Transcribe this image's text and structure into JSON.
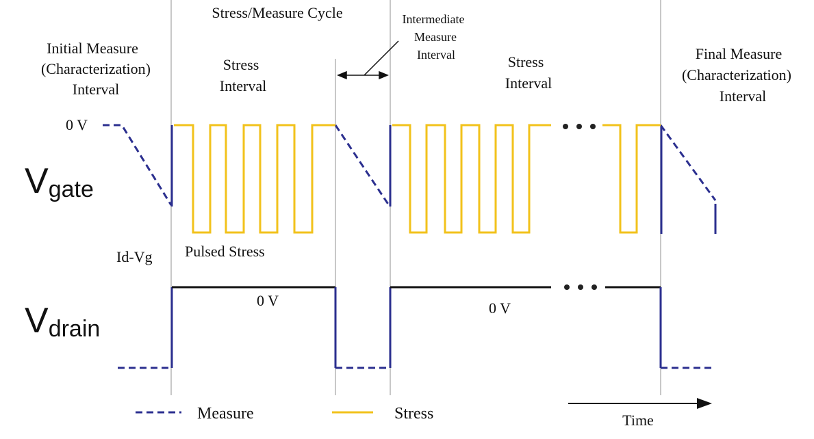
{
  "labels": {
    "cycle": "Stress/Measure Cycle",
    "initial": [
      "Initial Measure",
      "(Characterization)",
      "Interval"
    ],
    "intermediate": [
      "Intermediate",
      "Measure",
      "Interval"
    ],
    "stress1": [
      "Stress",
      "Interval"
    ],
    "stress2": [
      "Stress",
      "Interval"
    ],
    "final": [
      "Final Measure",
      "(Characterization)",
      "Interval"
    ],
    "zero_v_gate": "0 V",
    "idvg": "Id-Vg",
    "pulsed_stress": "Pulsed Stress",
    "zero_v_drain_1": "0 V",
    "zero_v_drain_2": "0 V",
    "vgate_main": "V",
    "vgate_sub": "gate",
    "vdrain_main": "V",
    "vdrain_sub": "drain",
    "time": "Time"
  },
  "legend": {
    "measure": "Measure",
    "stress": "Stress"
  },
  "colors": {
    "measure": "#2b2f8f",
    "stress": "#f2c21b",
    "drain_high": "#111111",
    "guide": "#b5b5b5"
  }
}
